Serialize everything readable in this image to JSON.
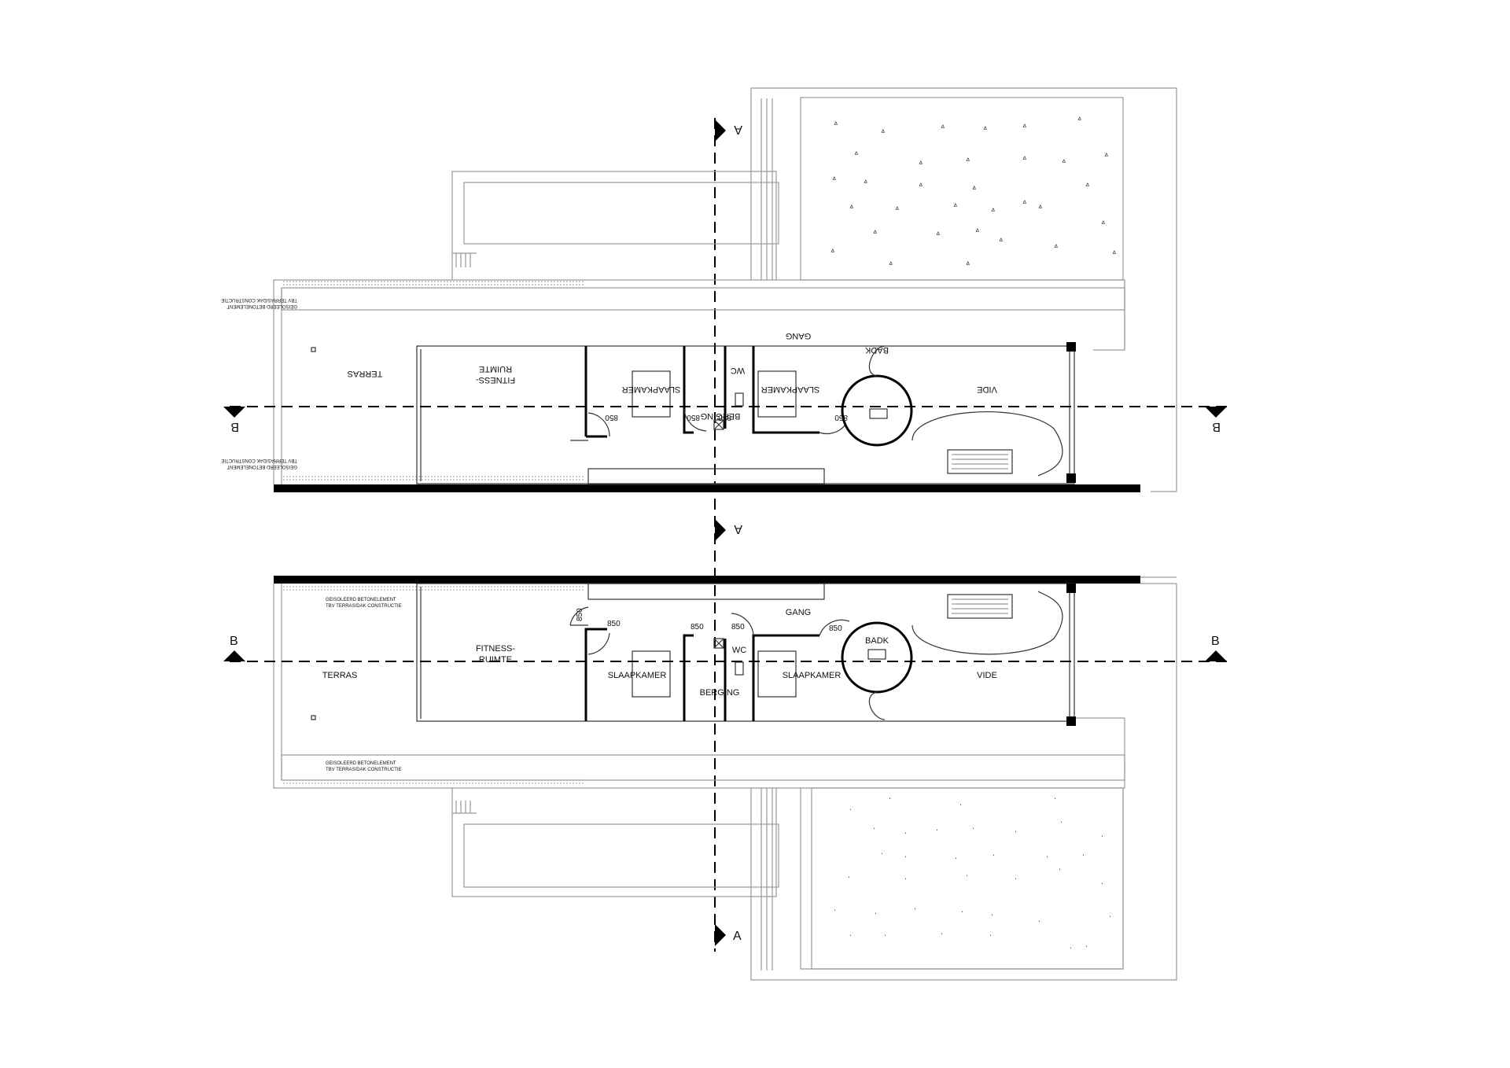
{
  "labels": {
    "terras": "TERRAS",
    "fitness_line1": "FITNESS-",
    "fitness_line2": "RUIMTE",
    "slaapkamer": "SLAAPKAMER",
    "berging": "BERGING",
    "wc": "WC",
    "badk": "BADK",
    "gang": "GANG",
    "vide": "VIDE",
    "note_line1": "GEISOLEERD BETONELEMENT",
    "note_line2": "TBV TERRAS/DAK CONSTRUCTIE",
    "note_line1_top": "GEISOLEERD BETONELEMENT",
    "note_line2_top": "TBV TERRAS/DAK CONSTRUCTIE"
  },
  "dimensions": {
    "door_width": "850"
  },
  "section_markers": {
    "a": "A",
    "b": "B"
  },
  "colors": {
    "ink": "#000000",
    "outline": "#9a9a9a",
    "background": "#ffffff"
  }
}
